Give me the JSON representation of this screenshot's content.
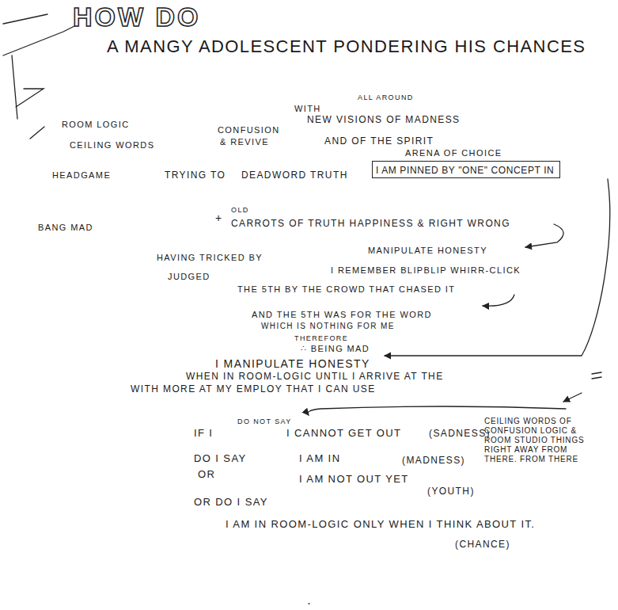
{
  "diagram": {
    "title": "HOW DO",
    "nodes": [
      {
        "text": [
          "I AM PINNED BY \"ONE\" CONCEPT IN"
        ]
      }
    ],
    "labels": [
      "A MANGY ADOLESCENT PONDERING HIS CHANCES",
      "ROOM LOGIC",
      "CEILING WORDS",
      "HEADGAME",
      "BANG MAD",
      "CONFUSION",
      "& REVIVE",
      "TRYING TO",
      "DEADWORD TRUTH",
      "WITH",
      "ALL AROUND",
      "NEW VISIONS OF MADNESS",
      "AND OF THE SPIRIT",
      "ARENA OF CHOICE",
      "+",
      "OLD",
      "CARROTS OF TRUTH HAPPINESS & RIGHT WRONG",
      "MANIPULATE HONESTY",
      "HAVING TRICKED BY",
      "I REMEMBER BLIPBLIP WHIRR-CLICK",
      "JUDGED",
      "THE 5TH BY THE CROWD THAT CHASED IT",
      "AND THE 5TH WAS FOR THE WORD",
      "WHICH IS NOTHING FOR ME",
      "THEREFORE",
      "∴ BEING MAD",
      "I MANIPULATE HONESTY",
      "WHEN IN ROOM-LOGIC UNTIL I ARRIVE AT THE",
      "WITH MORE AT MY EMPLOY THAT I CAN USE",
      "CEILING WORDS OF CONFUSION LOGIC & ROOM STUDIO THINGS RIGHT AWAY FROM THERE. FROM THERE",
      "IF I",
      "DO NOT SAY",
      "I CANNOT GET OUT",
      "(SADNESS)",
      "DO I SAY",
      "I AM IN",
      "(MADNESS)",
      "OR",
      "I AM NOT OUT YET",
      "(YOUTH)",
      "OR DO I SAY",
      "I AM IN ROOM-LOGIC ONLY WHEN I THINK ABOUT IT.",
      "(CHANCE)"
    ]
  }
}
